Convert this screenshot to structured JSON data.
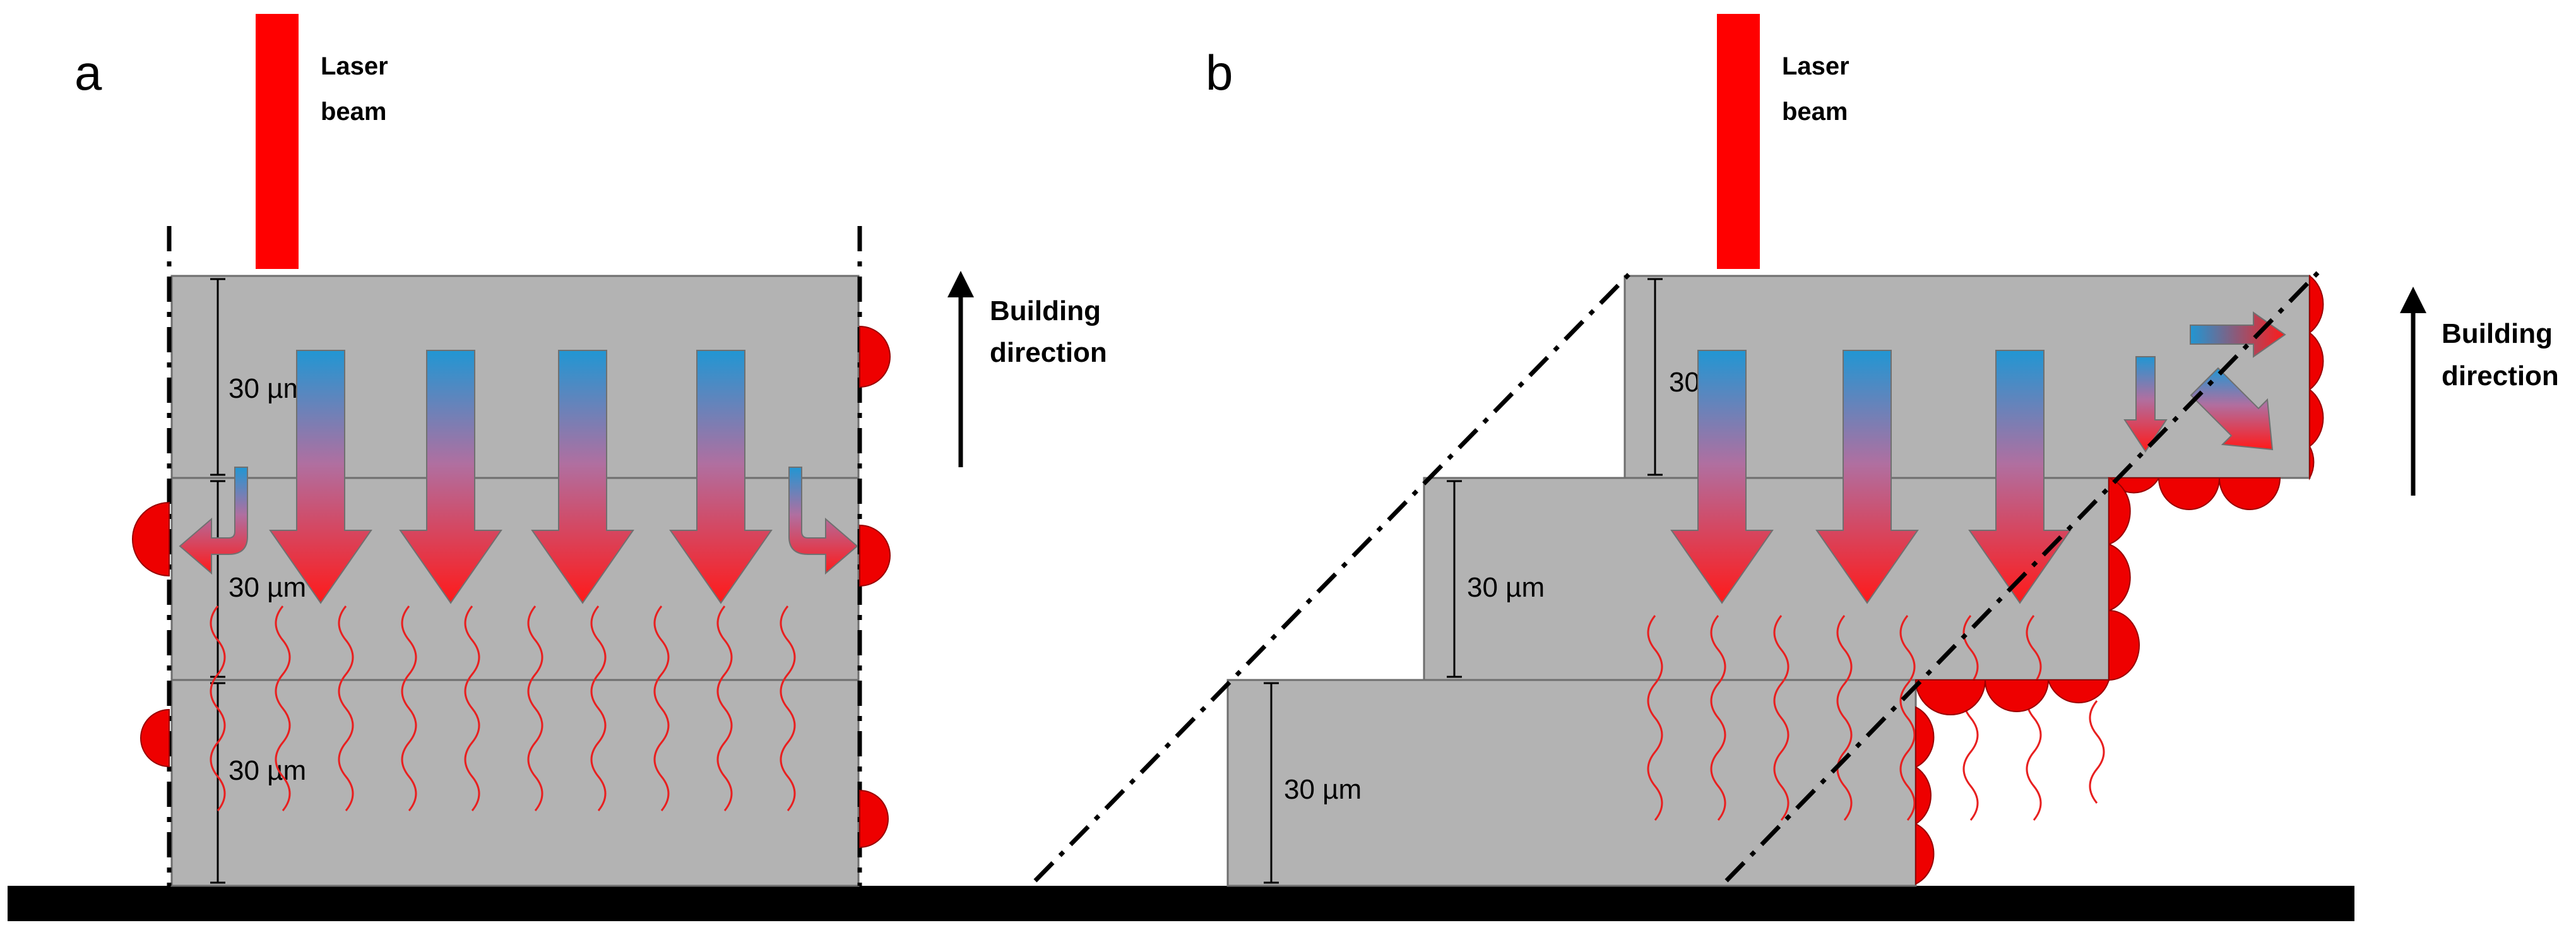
{
  "panels": [
    {
      "letter": "a",
      "laser_label_lines": [
        "Laser",
        "beam"
      ],
      "building_direction_lines": [
        "Building",
        "direction"
      ],
      "layer_labels": [
        "30 µm",
        "30 µm",
        "30 µm"
      ]
    },
    {
      "letter": "b",
      "laser_label_lines": [
        "Laser",
        "beam"
      ],
      "building_direction_lines": [
        "Building",
        "direction"
      ],
      "layer_labels": [
        "30 µm",
        "30 µm",
        "30 µm"
      ]
    }
  ],
  "colors": {
    "layer_fill": "#b3b3b3",
    "layer_stroke": "#6e6e6e",
    "laser": "#ff0000",
    "heat_gradient_top": "#2196d3",
    "heat_gradient_bottom": "#ff1a1a",
    "particle": "#ee0000",
    "wave": "#e82020",
    "baseplate": "#000000"
  }
}
